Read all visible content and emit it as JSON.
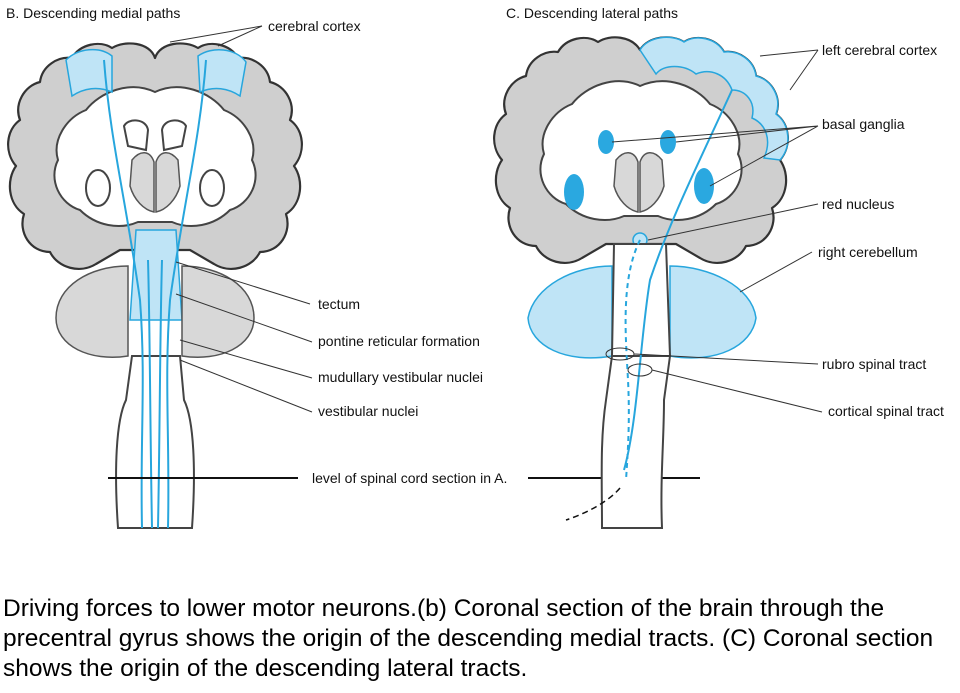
{
  "panel_b": {
    "title": "B. Descending medial paths",
    "labels": {
      "cerebral_cortex": "cerebral cortex",
      "tectum": "tectum",
      "pontine_reticular_formation": "pontine reticular formation",
      "medullary_vestibular_nuclei": "mudullary vestibular nuclei",
      "vestibular_nuclei": "vestibular nuclei",
      "spinal_level": "level of spinal cord section in A."
    }
  },
  "panel_c": {
    "title": "C. Descending lateral paths",
    "labels": {
      "left_cerebral_cortex": "left cerebral cortex",
      "basal_ganglia": "basal ganglia",
      "red_nucleus": "red nucleus",
      "right_cerebellum": "right cerebellum",
      "rubro_spinal_tract": "rubro spinal tract",
      "cortical_spinal_tract": "cortical spinal tract"
    }
  },
  "colors": {
    "tract_blue": "#27a6dd",
    "tissue_grey": "#cfcfcf"
  },
  "caption": "Driving forces to lower motor neurons.(b) Coronal section of the brain through the precentral gyrus shows the origin of the descending medial tracts. (C) Coronal section shows the origin of the descending lateral tracts."
}
